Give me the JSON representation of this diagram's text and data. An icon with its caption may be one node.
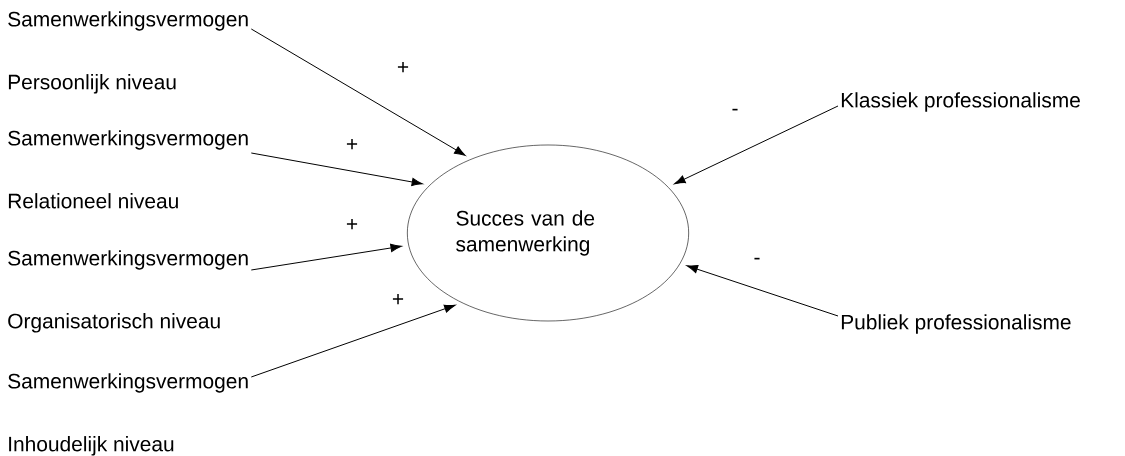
{
  "diagram": {
    "nodes": [
      {
        "text": [
          "Samenwerkingsvermogen",
          "Persoonlijk niveau"
        ]
      },
      {
        "text": [
          "Samenwerkingsvermogen",
          "Relationeel niveau"
        ]
      },
      {
        "text": [
          "Samenwerkingsvermogen",
          "Organisatorisch niveau"
        ]
      },
      {
        "text": [
          "Samenwerkingsvermogen",
          "Inhoudelijk niveau"
        ]
      },
      {
        "text": [
          "Succes van de samenwerking"
        ]
      },
      {
        "text": [
          "Klassiek professionalisme"
        ]
      },
      {
        "text": [
          "Publiek professionalisme"
        ]
      }
    ],
    "edges": [
      {
        "from": 0,
        "to": 4,
        "arrow": "to",
        "label": "+"
      },
      {
        "from": 1,
        "to": 4,
        "arrow": "to",
        "label": "+"
      },
      {
        "from": 2,
        "to": 4,
        "arrow": "to",
        "label": "+"
      },
      {
        "from": 3,
        "to": 4,
        "arrow": "to",
        "label": "+"
      },
      {
        "from": 5,
        "to": 4,
        "arrow": "to",
        "label": "-"
      },
      {
        "from": 6,
        "to": 4,
        "arrow": "to",
        "label": "-"
      }
    ]
  }
}
